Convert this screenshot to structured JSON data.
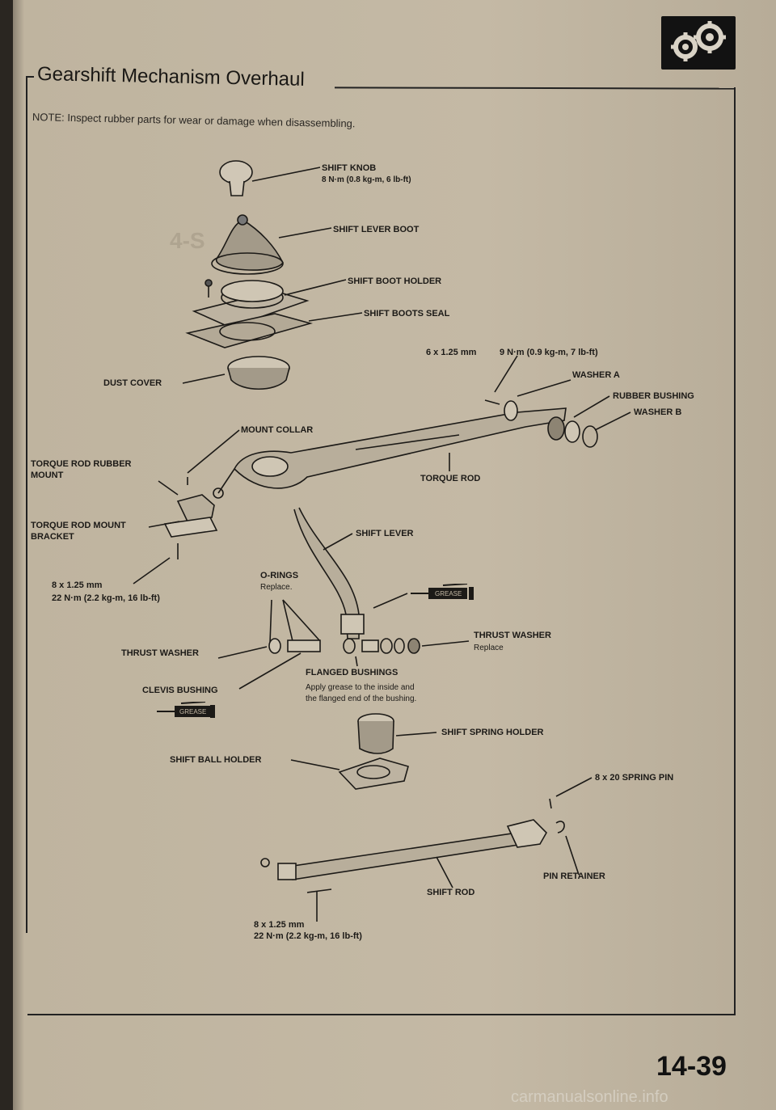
{
  "header": {
    "title": "Gearshift Mechanism Overhaul",
    "note": "NOTE: Inspect rubber parts for wear or damage when disassembling."
  },
  "labels": {
    "shift_knob": "SHIFT KNOB",
    "shift_knob_torque": "8 N·m (0.8 kg-m, 6 lb-ft)",
    "shift_lever_boot": "SHIFT LEVER BOOT",
    "shift_boot_holder": "SHIFT BOOT HOLDER",
    "shift_boots_seal": "SHIFT BOOTS SEAL",
    "bolt_6": "6 x 1.25 mm",
    "bolt_6_torque": "9 N·m (0.9 kg-m, 7 lb-ft)",
    "dust_cover": "DUST COVER",
    "washer_a": "WASHER A",
    "rubber_bushing": "RUBBER BUSHING",
    "washer_b": "WASHER B",
    "mount_collar": "MOUNT COLLAR",
    "torque_rod_rubber_mount_1": "TORQUE ROD RUBBER",
    "torque_rod_rubber_mount_2": "MOUNT",
    "torque_rod": "TORQUE ROD",
    "torque_rod_mount_bracket_1": "TORQUE ROD MOUNT",
    "torque_rod_mount_bracket_2": "BRACKET",
    "shift_lever": "SHIFT LEVER",
    "bolt_8a": "8 x 1.25 mm",
    "bolt_8a_torque": "22 N·m (2.2 kg-m, 16 lb-ft)",
    "o_rings": "O-RINGS",
    "o_rings_note": "Replace.",
    "grease_1": "GREASE",
    "thrust_washer_left": "THRUST WASHER",
    "thrust_washer_right": "THRUST WASHER",
    "thrust_washer_right_note": "Replace",
    "flanged_bushings": "FLANGED BUSHINGS",
    "flanged_bushings_note_1": "Apply grease to the inside and",
    "flanged_bushings_note_2": "the flanged end of the bushing.",
    "clevis_bushing": "CLEVIS BUSHING",
    "grease_2": "GREASE",
    "shift_spring_holder": "SHIFT SPRING HOLDER",
    "shift_ball_holder": "SHIFT BALL HOLDER",
    "spring_pin": "8 x 20 SPRING PIN",
    "pin_retainer": "PIN RETAINER",
    "shift_rod": "SHIFT ROD",
    "bolt_8b": "8 x 1.25 mm",
    "bolt_8b_torque": "22 N·m (2.2 kg-m, 16 lb-ft)"
  },
  "page_number": "14-39",
  "watermark": "carmanualsonline.info",
  "colors": {
    "ink": "#1c1a17",
    "paper": "#c4b9a5",
    "badge": "#121212"
  },
  "icons": [
    "gears-icon",
    "grease-gun-icon"
  ]
}
